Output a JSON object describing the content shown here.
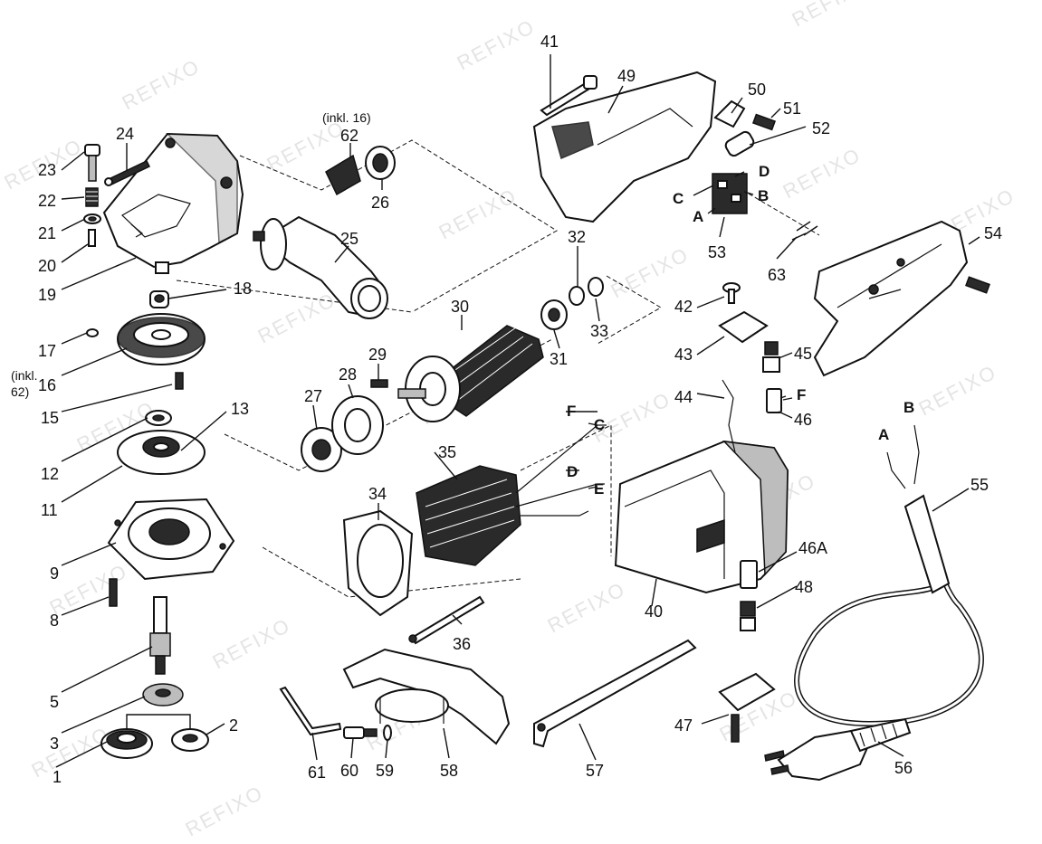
{
  "watermark": "REFIXO",
  "notes": {
    "inkl_16": "(inkl. 16)",
    "inkl_62_line1": "(inkl.",
    "inkl_62_line2": "62)"
  },
  "part_labels": {
    "p1": "1",
    "p2": "2",
    "p3": "3",
    "p5": "5",
    "p8": "8",
    "p9": "9",
    "p11": "11",
    "p12": "12",
    "p13": "13",
    "p15": "15",
    "p16": "16",
    "p17": "17",
    "p18": "18",
    "p19": "19",
    "p20": "20",
    "p21": "21",
    "p22": "22",
    "p23": "23",
    "p24": "24",
    "p25": "25",
    "p26": "26",
    "p27": "27",
    "p28": "28",
    "p29": "29",
    "p30": "30",
    "p31": "31",
    "p32": "32",
    "p33": "33",
    "p34": "34",
    "p35": "35",
    "p36": "36",
    "p40": "40",
    "p41": "41",
    "p42": "42",
    "p43": "43",
    "p44": "44",
    "p45": "45",
    "p46": "46",
    "p46A": "46A",
    "p47": "47",
    "p48": "48",
    "p49": "49",
    "p50": "50",
    "p51": "51",
    "p52": "52",
    "p53": "53",
    "p54": "54",
    "p55": "55",
    "p56": "56",
    "p57": "57",
    "p58": "58",
    "p59": "59",
    "p60": "60",
    "p61": "61",
    "p62": "62",
    "p63": "63"
  },
  "wire_letters": {
    "switch_A": "A",
    "switch_B": "B",
    "switch_C": "C",
    "switch_D": "D",
    "stator_C": "C",
    "stator_D": "D",
    "stator_E": "E",
    "stator_F": "F",
    "brush_F": "F",
    "cable_A": "A",
    "cable_B": "B"
  }
}
